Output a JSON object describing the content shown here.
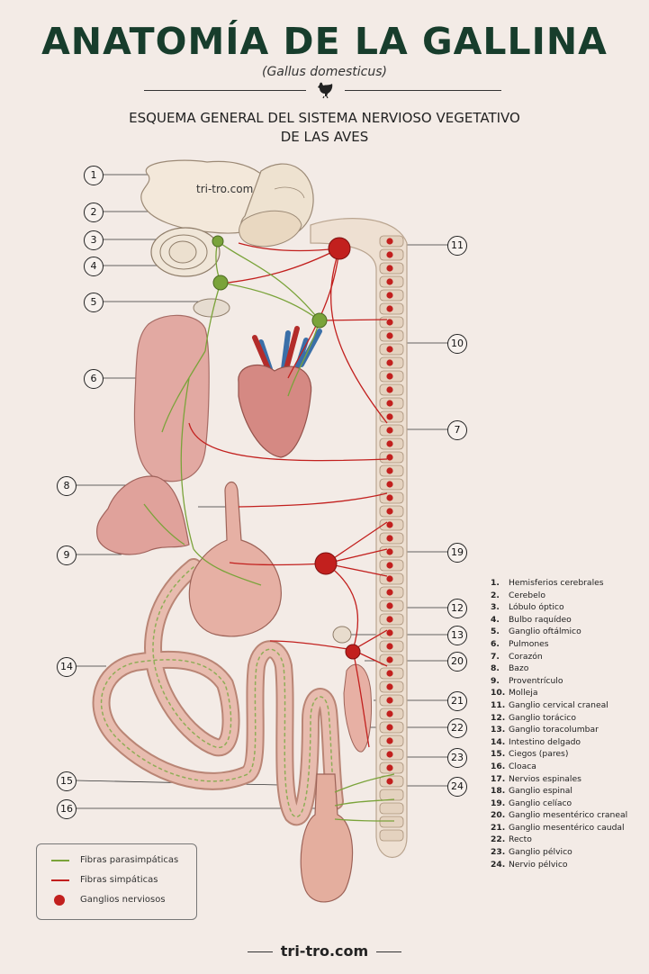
{
  "title": "ANATOMÍA DE LA GALLINA",
  "subtitle": "(Gallus domesticus)",
  "heading_line1": "ESQUEMA GENERAL DEL SISTEMA NERVIOSO VEGETATIVO",
  "heading_line2": "DE LAS AVES",
  "watermark": "tri-tro.com",
  "footer": "tri-tro.com",
  "colors": {
    "parasympathetic": "#7aa33a",
    "sympathetic": "#c2201e",
    "title": "#173d2c"
  },
  "parts": [
    {
      "n": "1.",
      "name": "Hemisferios cerebrales"
    },
    {
      "n": "2.",
      "name": "Cerebelo"
    },
    {
      "n": "3.",
      "name": "Lóbulo óptico"
    },
    {
      "n": "4.",
      "name": "Bulbo raquídeo"
    },
    {
      "n": "5.",
      "name": "Ganglio oftálmico"
    },
    {
      "n": "6.",
      "name": "Pulmones"
    },
    {
      "n": "7.",
      "name": "Corazón"
    },
    {
      "n": "8.",
      "name": "Bazo"
    },
    {
      "n": "9.",
      "name": "Proventrículo"
    },
    {
      "n": "10.",
      "name": "Molleja"
    },
    {
      "n": "11.",
      "name": "Ganglio cervical craneal"
    },
    {
      "n": "12.",
      "name": "Ganglio torácico"
    },
    {
      "n": "13.",
      "name": "Ganglio toracolumbar"
    },
    {
      "n": "14.",
      "name": "Intestino delgado"
    },
    {
      "n": "15.",
      "name": "Ciegos (pares)"
    },
    {
      "n": "16.",
      "name": "Cloaca"
    },
    {
      "n": "17.",
      "name": "Nervios espinales"
    },
    {
      "n": "18.",
      "name": "Ganglio espinal"
    },
    {
      "n": "19.",
      "name": "Ganglio celíaco"
    },
    {
      "n": "20.",
      "name": "Ganglio mesentérico craneal"
    },
    {
      "n": "21.",
      "name": "Ganglio mesentérico caudal"
    },
    {
      "n": "22.",
      "name": "Recto"
    },
    {
      "n": "23.",
      "name": "Ganglio pélvico"
    },
    {
      "n": "24.",
      "name": "Nervio pélvico"
    }
  ],
  "callouts": [
    "1",
    "2",
    "3",
    "4",
    "5",
    "6",
    "8",
    "9",
    "14",
    "15",
    "16",
    "11",
    "10",
    "7",
    "19",
    "12",
    "13",
    "20",
    "21",
    "22",
    "23",
    "24"
  ],
  "legend": {
    "parasympathetic": "Fibras parasimpáticas",
    "sympathetic": "Fibras simpáticas",
    "ganglia": "Ganglios nerviosos"
  }
}
